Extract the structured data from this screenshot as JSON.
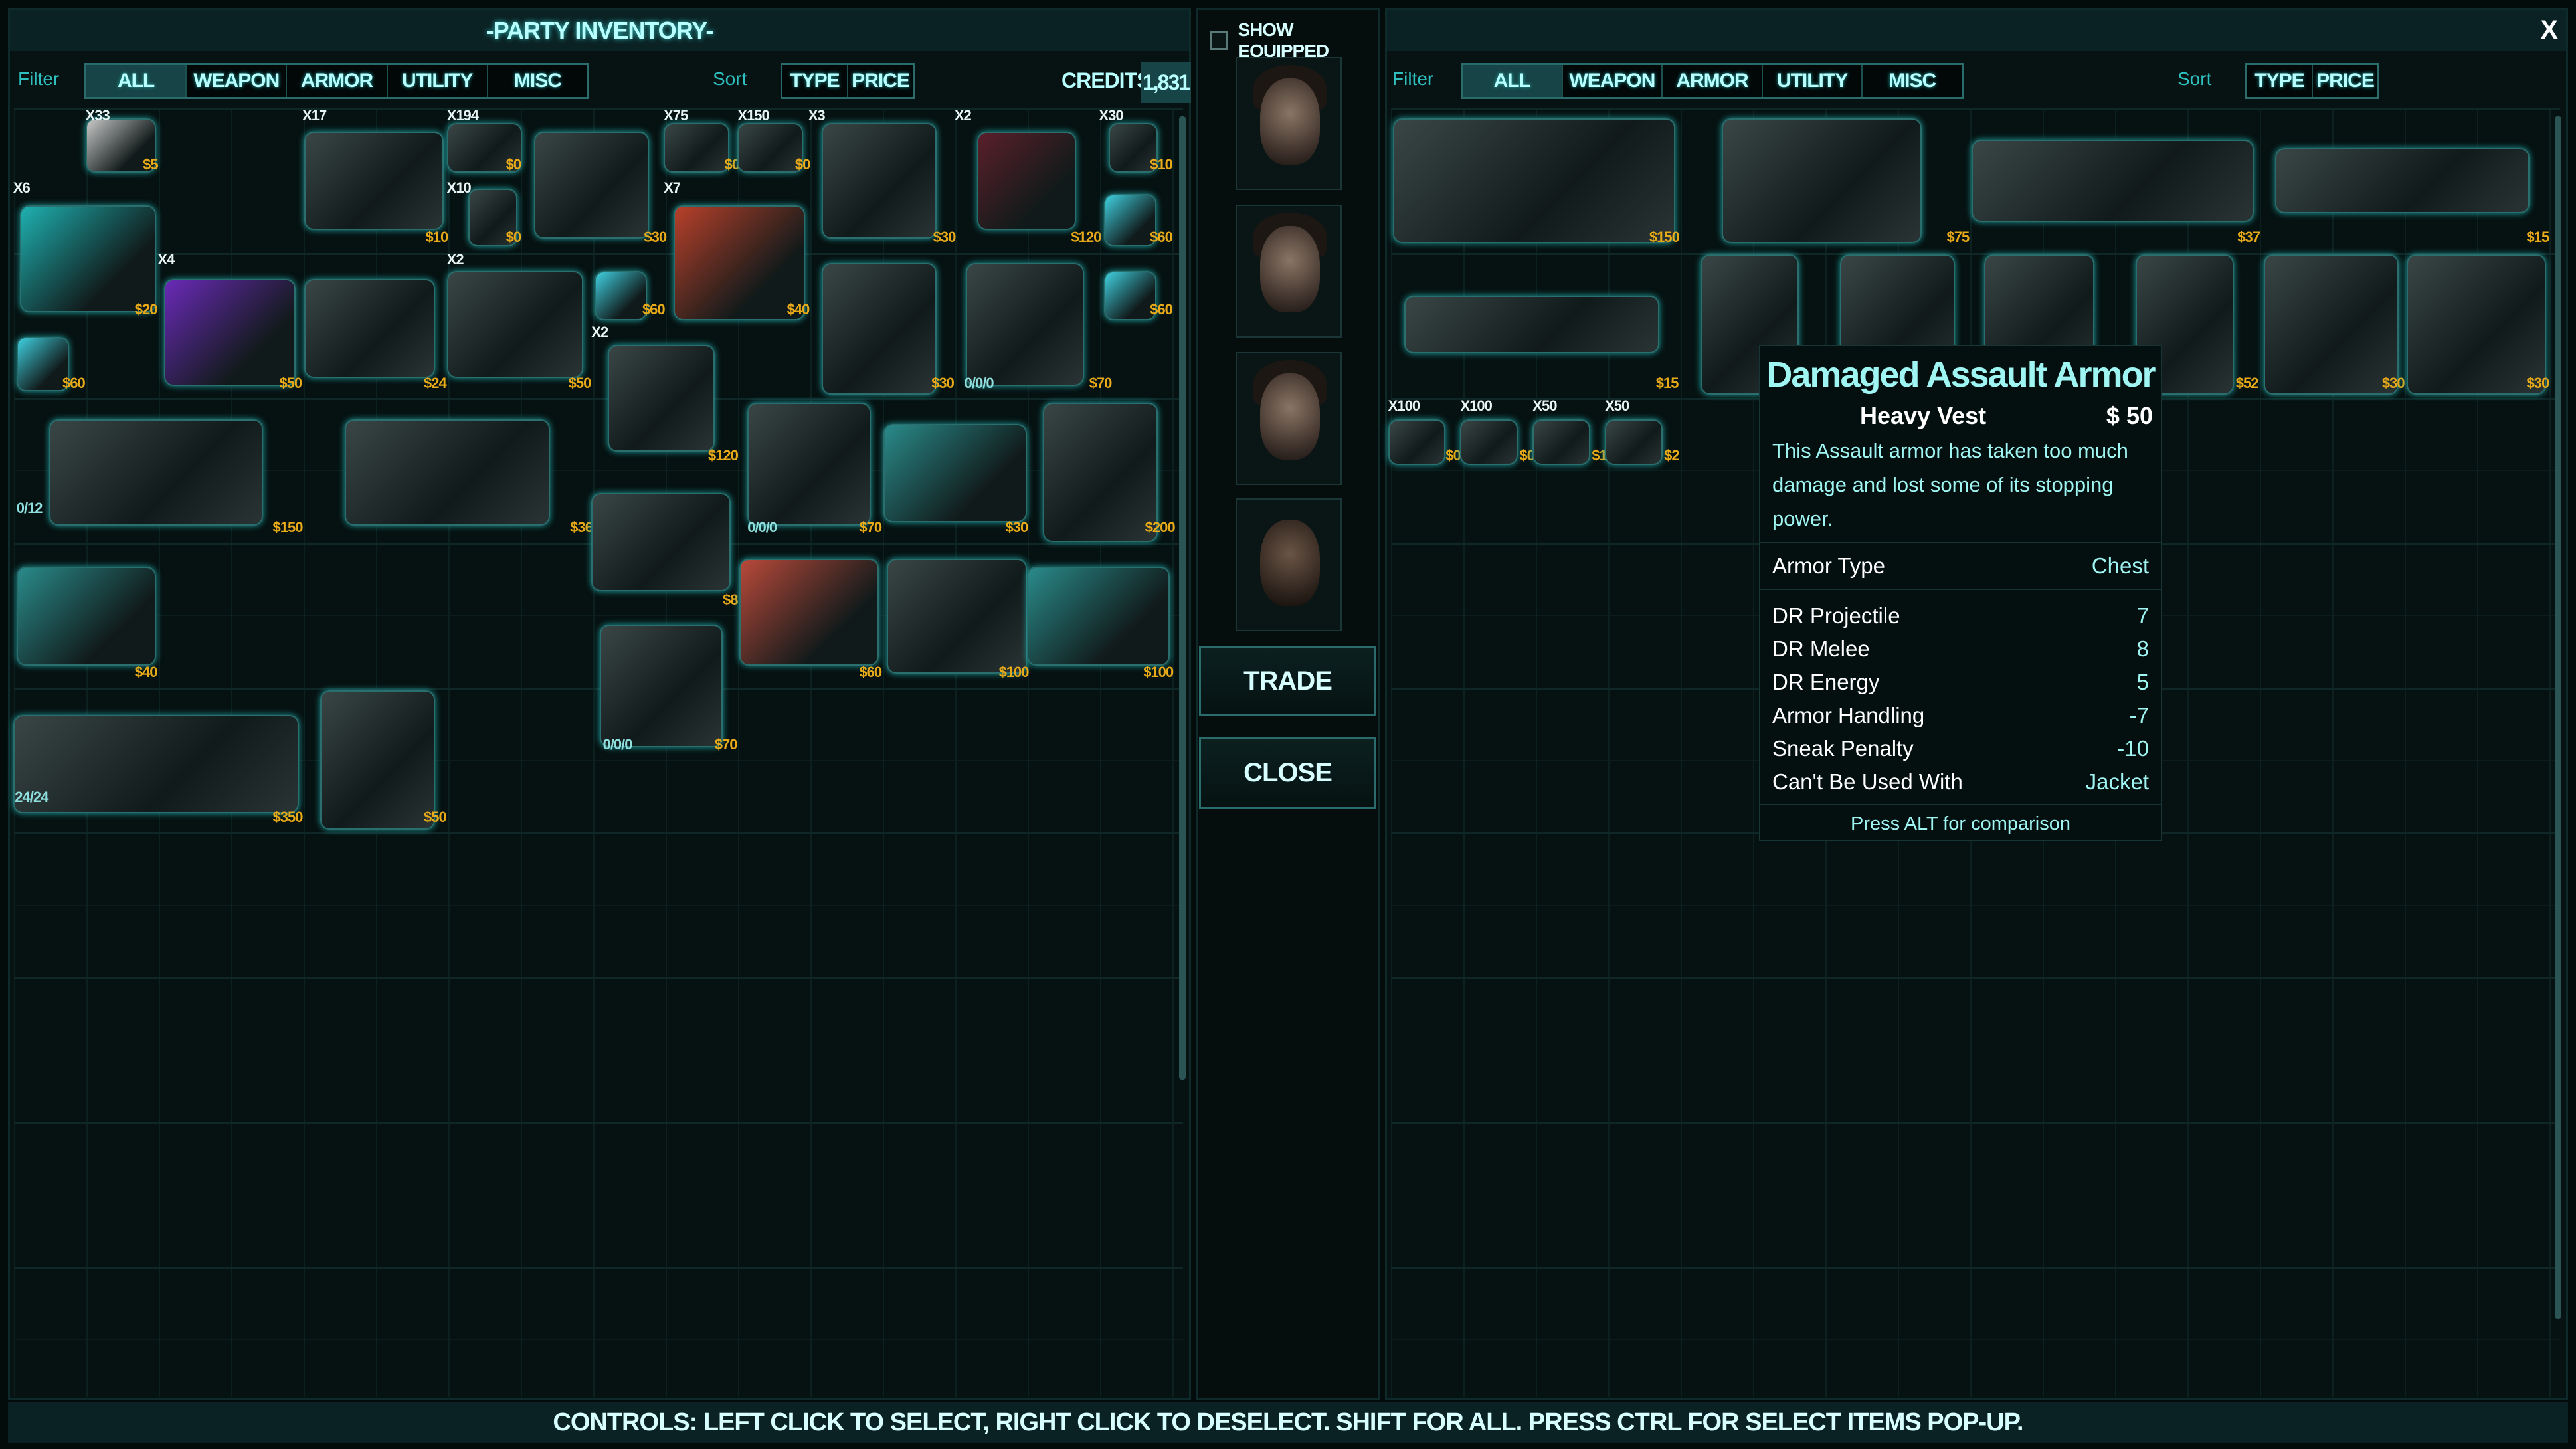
{
  "left_panel": {
    "title": "-PARTY INVENTORY-",
    "filter_label": "Filter",
    "filters": [
      "ALL",
      "WEAPON",
      "ARMOR",
      "UTILITY",
      "MISC"
    ],
    "sort_label": "Sort",
    "sort_options": [
      "TYPE",
      "PRICE"
    ],
    "credits_label": "CREDITS",
    "credits_value": "1,831",
    "items": [
      {
        "icon": "medkit-icon",
        "count": "X33",
        "price": "$5"
      },
      {
        "icon": "armor-plate-icon",
        "count": "X17",
        "price": "$10"
      },
      {
        "icon": "ammo-icon",
        "count": "X194",
        "price": "$0"
      },
      {
        "icon": "mechanical-arm-icon",
        "price": "$30"
      },
      {
        "icon": "ammo-icon",
        "count": "X75",
        "price": "$0"
      },
      {
        "icon": "ammo-icon",
        "count": "X150",
        "price": "$0"
      },
      {
        "icon": "grenade-icon",
        "count": "X3",
        "price": "$30"
      },
      {
        "icon": "helmet-orb-icon",
        "count": "X2",
        "price": "$120"
      },
      {
        "icon": "canister-icon",
        "count": "X30",
        "price": "$10"
      },
      {
        "icon": "syringe-cyan-icon",
        "count": "X6",
        "price": "$20"
      },
      {
        "icon": "ammo-icon",
        "count": "X10",
        "price": "$0"
      },
      {
        "icon": "syringe-red-icon",
        "count": "X7",
        "price": "$40"
      },
      {
        "icon": "chip-icon",
        "price": "$60"
      },
      {
        "icon": "chip-icon",
        "price": "$60"
      },
      {
        "icon": "chip-icon",
        "price": "$60"
      },
      {
        "icon": "syringe-purple-icon",
        "count": "X4",
        "price": "$50"
      },
      {
        "icon": "gas-mask-icon",
        "price": "$24"
      },
      {
        "icon": "drone-icon",
        "count": "X2",
        "price": "$50"
      },
      {
        "icon": "chip-icon",
        "price": "$60"
      },
      {
        "icon": "grenade-canister-icon",
        "price": "$30"
      },
      {
        "icon": "tri-device-icon",
        "status": "0/0/0",
        "price": "$70"
      },
      {
        "icon": "cylinder-icon",
        "count": "X2",
        "price": "$120"
      },
      {
        "icon": "buzzsaw-icon",
        "status": "0/12",
        "price": "$150"
      },
      {
        "icon": "hammer-icon",
        "price": "$36"
      },
      {
        "icon": "sphere-icon",
        "status": "0/0/0",
        "price": "$70"
      },
      {
        "icon": "ring-icon",
        "price": "$30"
      },
      {
        "icon": "harness-icon",
        "price": "$200"
      },
      {
        "icon": "mask-icon",
        "price": "$8"
      },
      {
        "icon": "eye-device-icon",
        "price": "$40"
      },
      {
        "icon": "red-mesh-icon",
        "price": "$60"
      },
      {
        "icon": "pack-icon",
        "price": "$100"
      },
      {
        "icon": "ring-icon",
        "price": "$100"
      },
      {
        "icon": "sphere-icon",
        "status": "0/0/0",
        "price": "$70"
      },
      {
        "icon": "rifle-icon",
        "status": "24/24",
        "price": "$350"
      },
      {
        "icon": "axe-icon",
        "price": "$50"
      }
    ]
  },
  "middle": {
    "show_equipped_label": "SHOW EQUIPPED",
    "show_equipped_checked": false,
    "trade_label": "TRADE",
    "close_label": "CLOSE"
  },
  "right_panel": {
    "close_label": "X",
    "filter_label": "Filter",
    "filters": [
      "ALL",
      "WEAPON",
      "ARMOR",
      "UTILITY",
      "MISC"
    ],
    "sort_label": "Sort",
    "sort_options": [
      "TYPE",
      "PRICE"
    ],
    "items": [
      {
        "icon": "war-hammer-icon",
        "price": "$150"
      },
      {
        "icon": "tonfa-icon",
        "price": "$75"
      },
      {
        "icon": "machete-icon",
        "price": "$37"
      },
      {
        "icon": "dagger-icon",
        "price": "$15"
      },
      {
        "icon": "knife-icon",
        "price": "$15"
      },
      {
        "icon": "armor-vest-icon"
      },
      {
        "icon": "armor-vest-icon"
      },
      {
        "icon": "armor-vest-icon"
      },
      {
        "icon": "armor-vest-icon",
        "price": "$52"
      },
      {
        "icon": "leg-armor-icon",
        "price": "$30"
      },
      {
        "icon": "leg-armor-icon",
        "price": "$30"
      },
      {
        "icon": "ammo-icon",
        "count": "X100",
        "price": "$0"
      },
      {
        "icon": "ammo-icon",
        "count": "X100",
        "price": "$0"
      },
      {
        "icon": "ammo-icon",
        "count": "X50",
        "price": "$1"
      },
      {
        "icon": "ammo-icon",
        "count": "X50",
        "price": "$2"
      }
    ]
  },
  "tooltip": {
    "title": "Damaged Assault Armor",
    "subtitle": "Heavy Vest",
    "price": "$ 50",
    "description": "This Assault armor has taken too much damage and lost some of its stopping power.",
    "type_label": "Armor Type",
    "type_value": "Chest",
    "stats": [
      {
        "label": "DR Projectile",
        "value": "7"
      },
      {
        "label": "DR Melee",
        "value": "8"
      },
      {
        "label": "DR Energy",
        "value": "5"
      },
      {
        "label": "Armor Handling",
        "value": "-7"
      },
      {
        "label": "Sneak Penalty",
        "value": "-10"
      },
      {
        "label": "Can't Be Used With",
        "value": "Jacket"
      }
    ],
    "hint": "Press ALT for comparison"
  },
  "footer": {
    "controls": "CONTROLS: LEFT CLICK TO SELECT, RIGHT CLICK TO DESELECT. SHIFT FOR ALL. PRESS CTRL FOR SELECT ITEMS POP-UP."
  },
  "colors": {
    "accent": "#a8f4f4",
    "price": "#e8aa18",
    "tab_selected": "#174446"
  }
}
